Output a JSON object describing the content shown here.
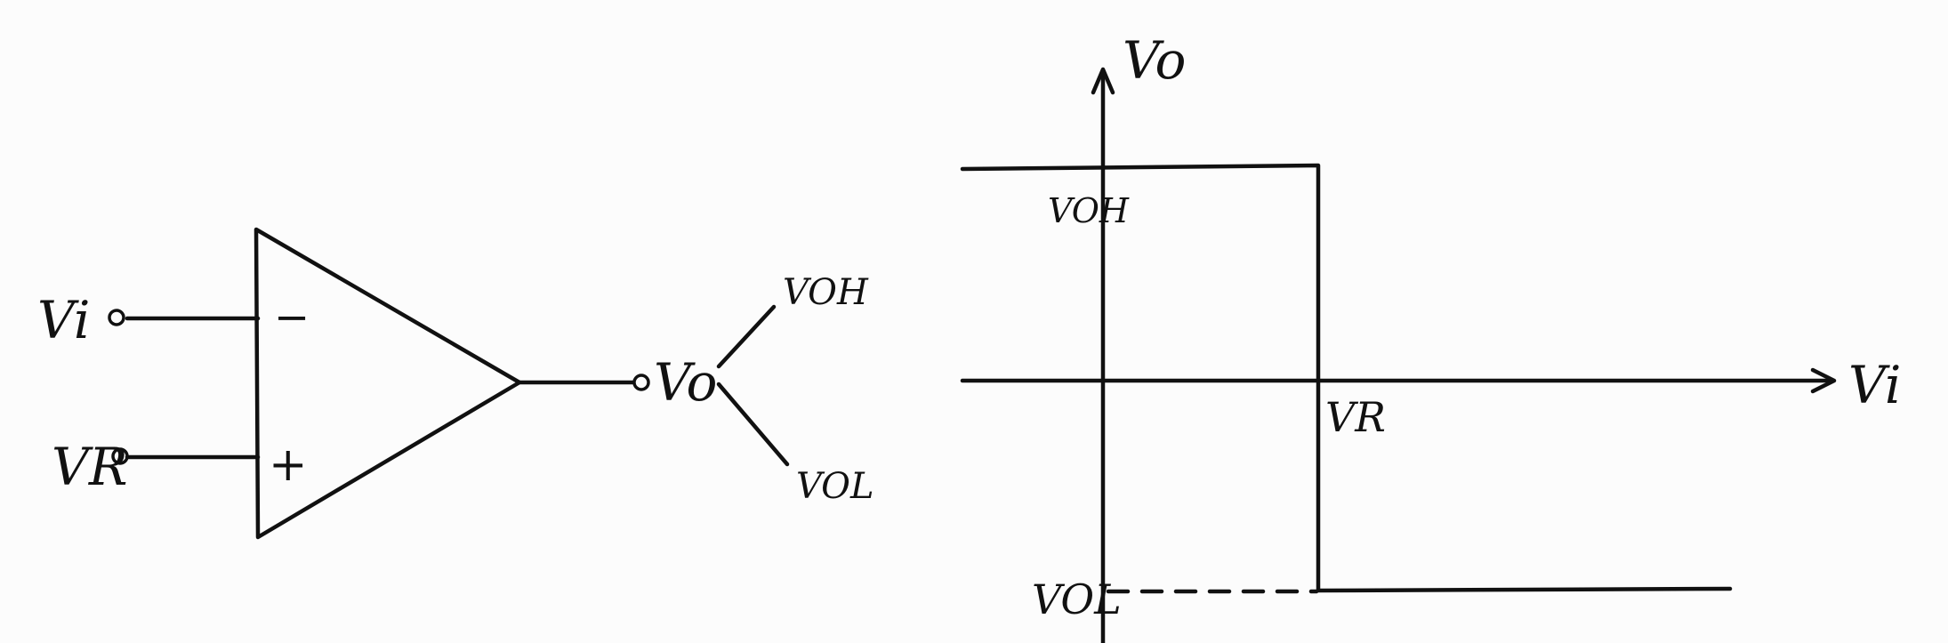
{
  "circuit": {
    "input_inverting_label": "Vi",
    "input_reference_label": "VR",
    "minus_sign": "−",
    "plus_sign": "+",
    "output_label": "Vo",
    "output_high_label": "VOH",
    "output_low_label": "VOL"
  },
  "graph": {
    "y_axis_label": "Vo",
    "x_axis_label": "Vi",
    "level_high_label": "VOH",
    "level_low_label": "VOL",
    "threshold_label": "VR"
  },
  "colors": {
    "ink": "#111111",
    "paper": "#fcfcfc"
  }
}
